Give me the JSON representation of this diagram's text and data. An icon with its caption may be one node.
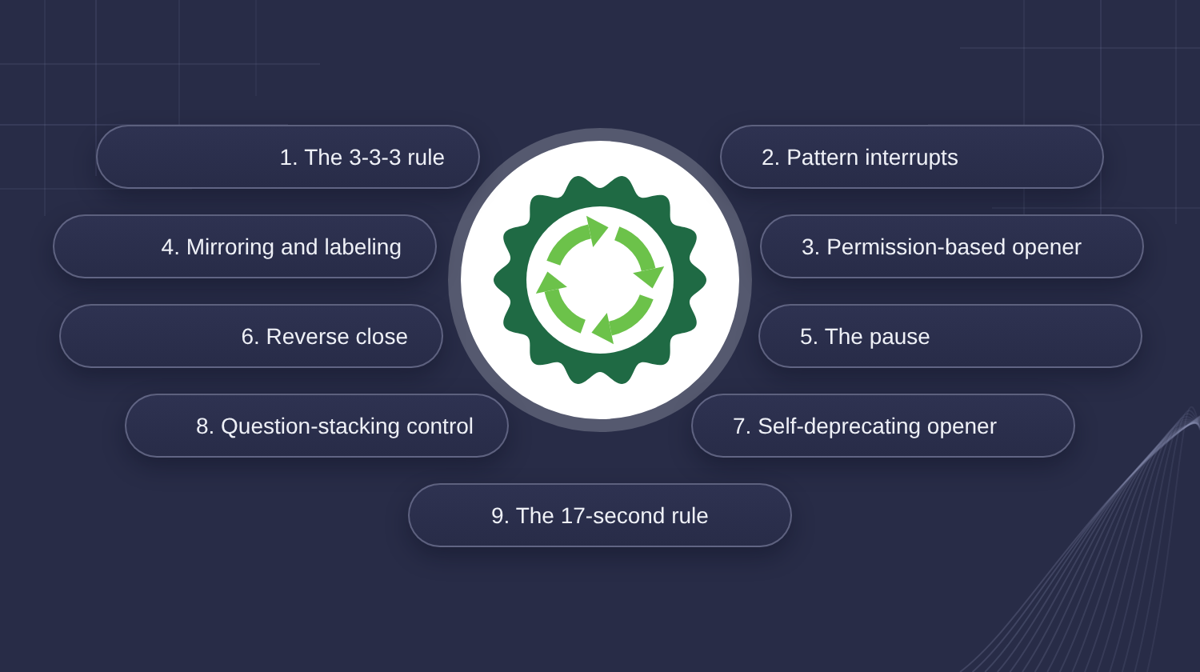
{
  "diagram": {
    "nodes": [
      {
        "text": [
          "1. The 3-3-3 rule"
        ]
      },
      {
        "text": [
          "2. Pattern interrupts"
        ]
      },
      {
        "text": [
          "3. Permission-based opener"
        ]
      },
      {
        "text": [
          "4. Mirroring and labeling"
        ]
      },
      {
        "text": [
          "5. The pause"
        ]
      },
      {
        "text": [
          "6. Reverse close"
        ]
      },
      {
        "text": [
          "7. Self-deprecating opener"
        ]
      },
      {
        "text": [
          "8. Question-stacking control"
        ]
      },
      {
        "text": [
          "9. The 17-second rule"
        ]
      }
    ]
  }
}
